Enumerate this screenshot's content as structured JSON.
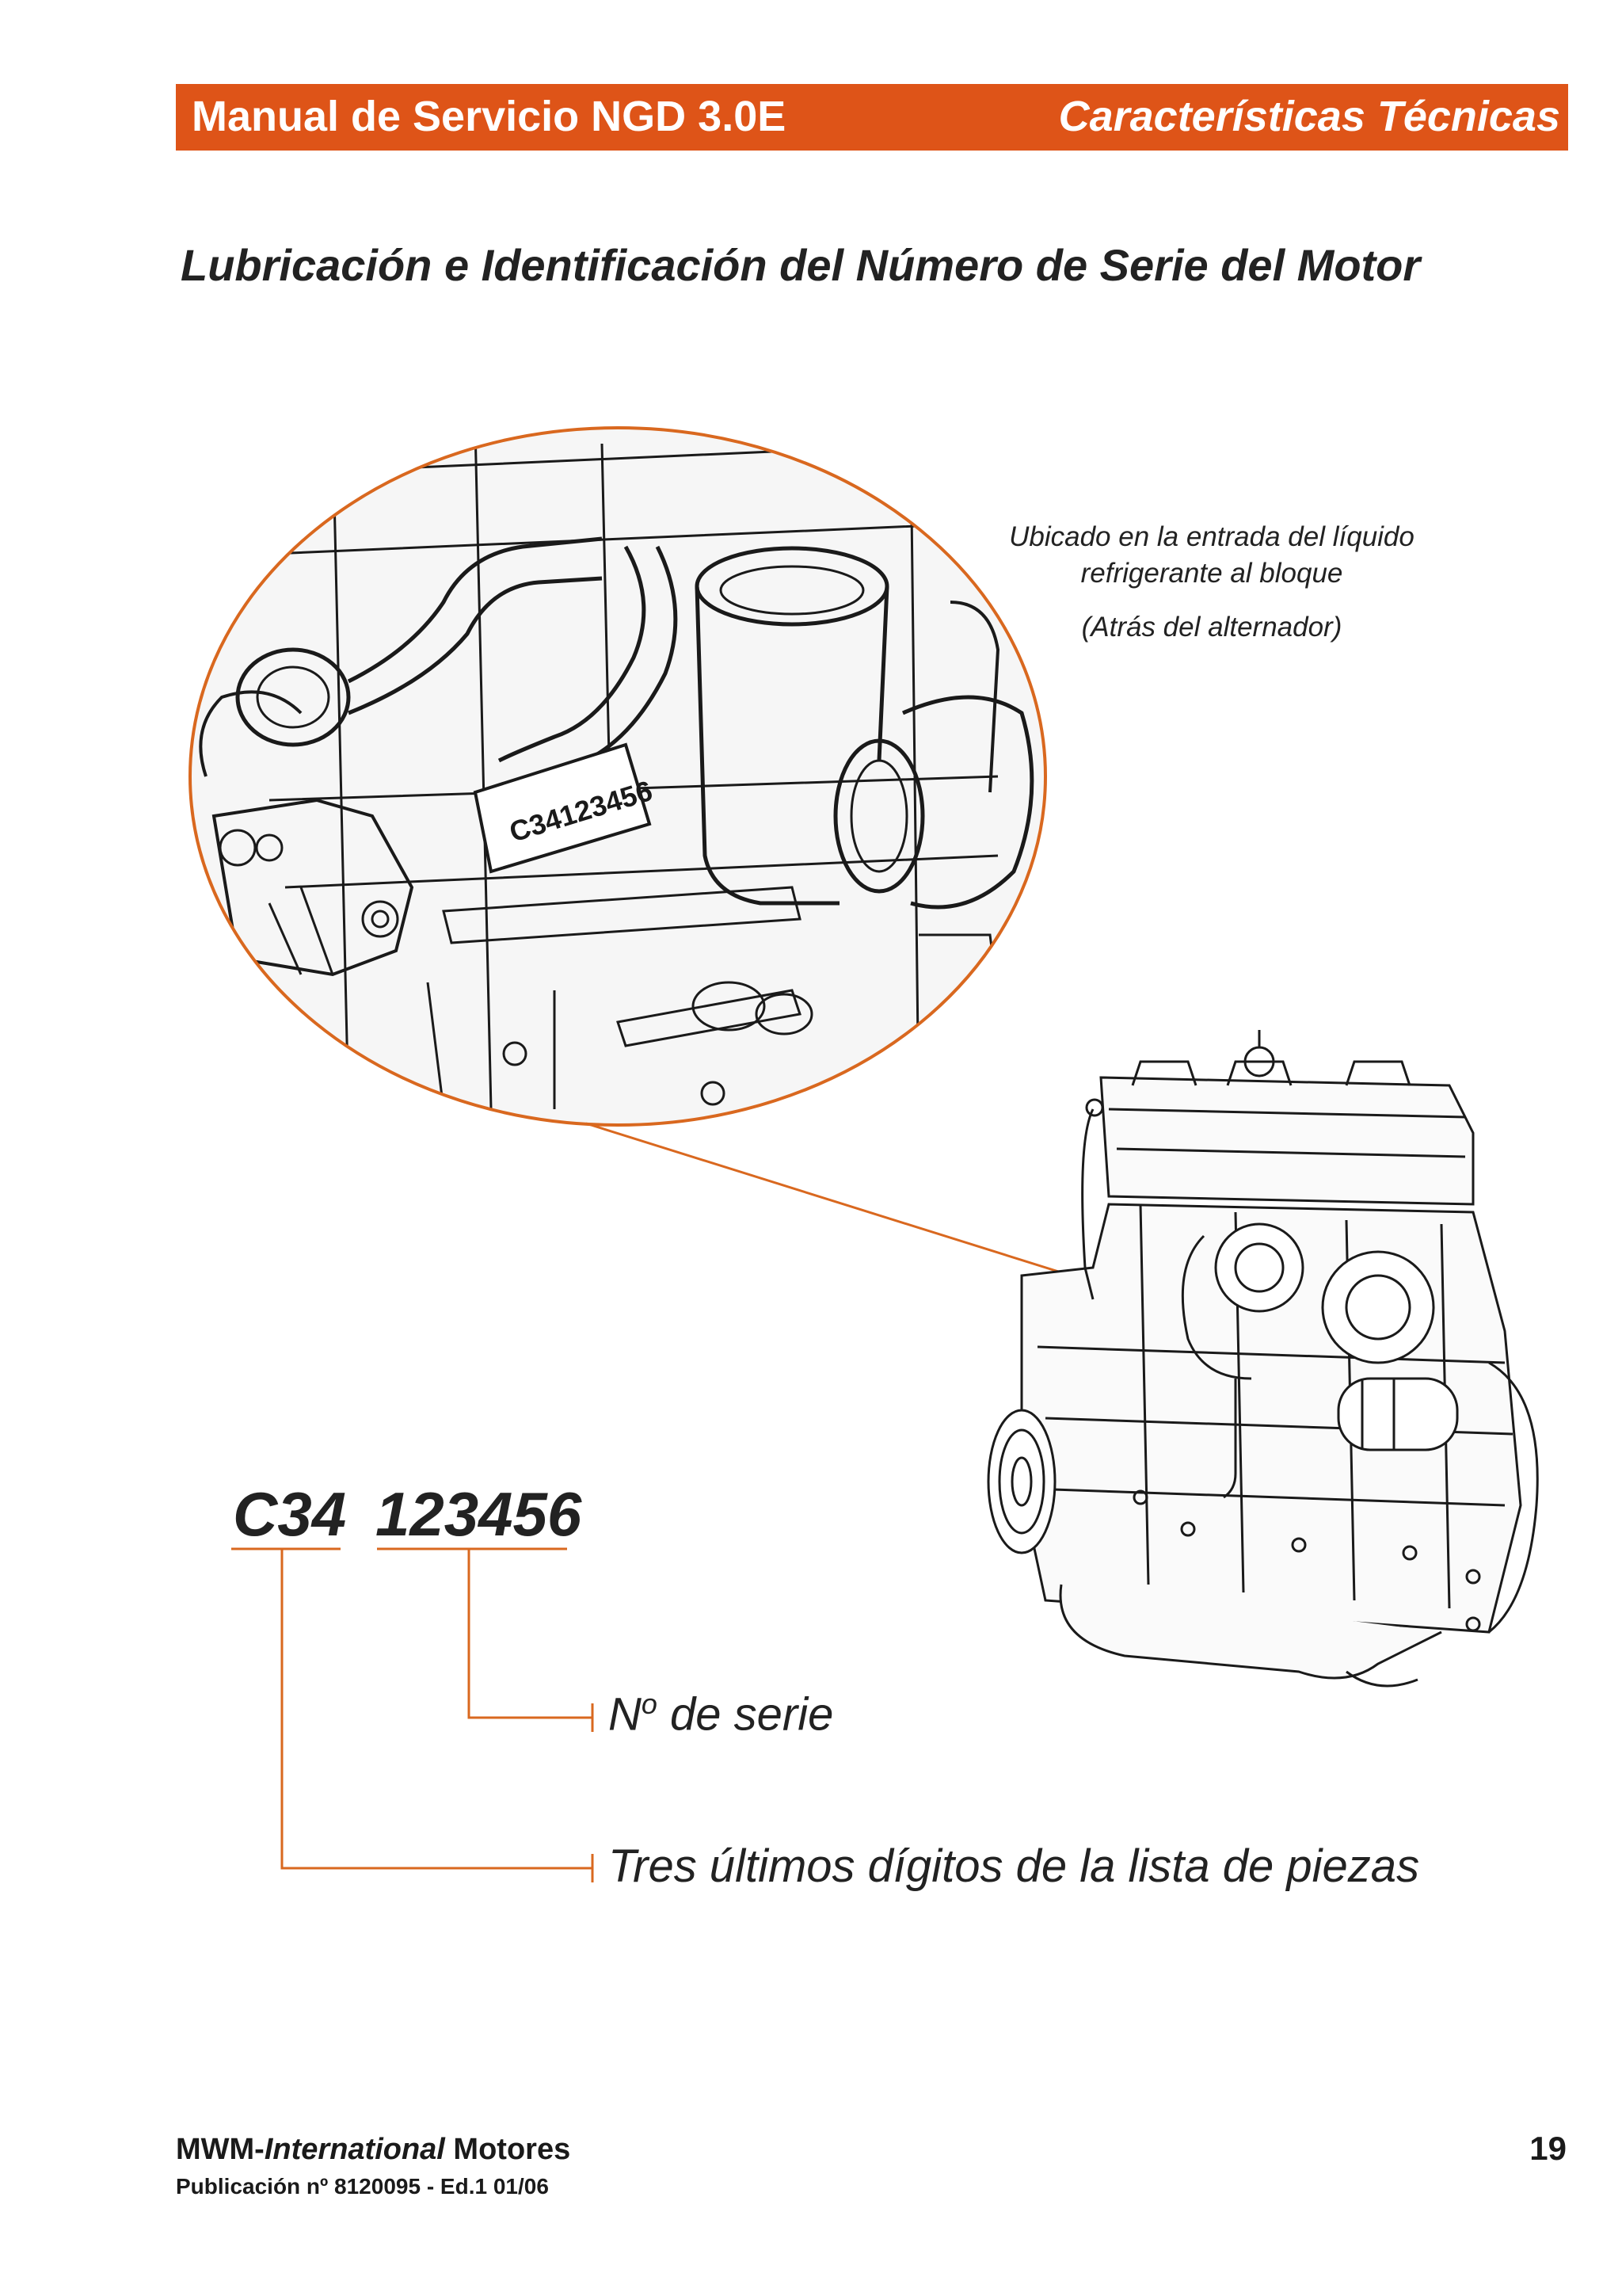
{
  "header": {
    "manual_title": "Manual de Servicio NGD 3.0E",
    "section_title": "Características Técnicas"
  },
  "page_title": "Lubricación e Identificación del Número de Serie del Motor",
  "callout": {
    "location_line1": "Ubicado en la entrada del líquido",
    "location_line2": "refrigerante al bloque",
    "location_note": "(Atrás del alternador)",
    "stamped_serial": "C34123456"
  },
  "serial": {
    "prefix": "C34",
    "number": "123456",
    "serial_label_prefix": "N",
    "serial_label_sup": "o",
    "serial_label_suffix": " de serie",
    "parts_label": "Tres últimos dígitos de la lista de piezas"
  },
  "footer": {
    "brand_a": "MWM-",
    "brand_b": "International",
    "brand_c": " Motores",
    "publication": "Publicación nº 8120095 - Ed.1 01/06",
    "page_number": "19"
  },
  "colors": {
    "accent": "#de5418",
    "leader": "#d9681f"
  }
}
